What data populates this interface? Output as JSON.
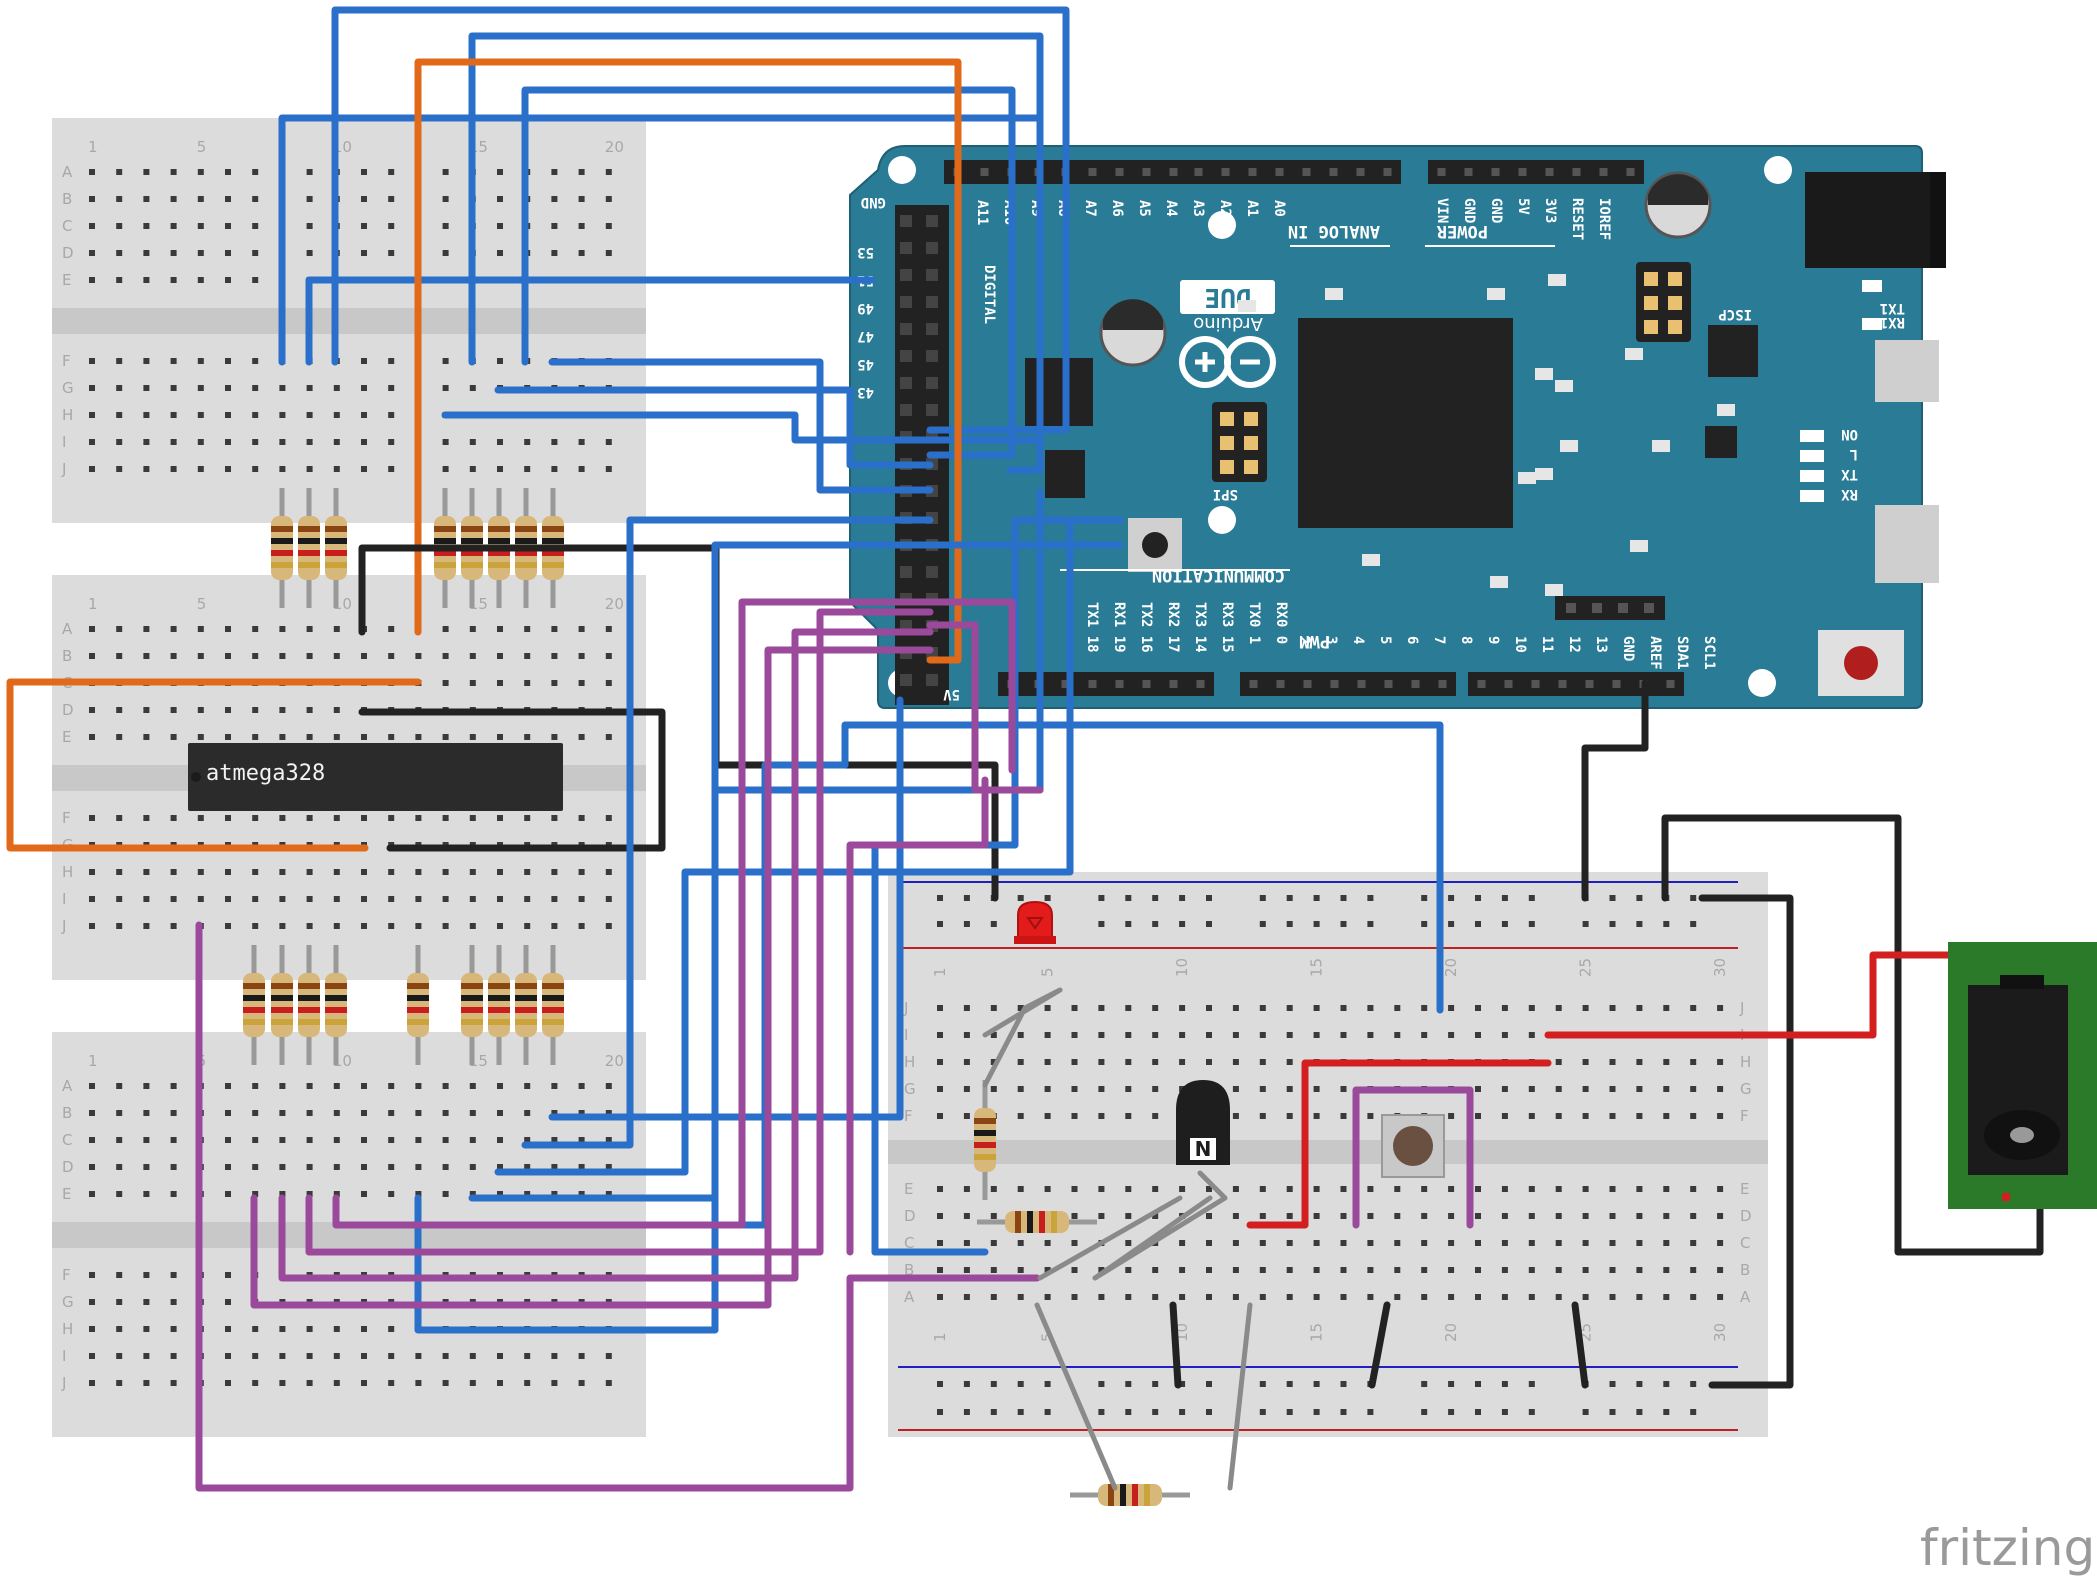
{
  "chip": {
    "label": "atmega328"
  },
  "watermark": "fritzing",
  "arduino": {
    "brand": "Arduino",
    "model": "DUE",
    "analog_header": [
      "A11",
      "A10",
      "A9",
      "A8",
      "A7",
      "A6",
      "A5",
      "A4",
      "A3",
      "A2",
      "A1",
      "A0"
    ],
    "analog_in_title": "ANALOG IN",
    "power_header": [
      "VIN",
      "GND",
      "GND",
      "5V",
      "3V3",
      "RESET",
      "IOREF"
    ],
    "power_title": "POWER",
    "comm_title": "COMMUNICATION",
    "comm_pins": [
      "TX1 18",
      "RX1 19",
      "TX2 16",
      "RX2 17",
      "TX3 14",
      "RX3 15",
      "TX0 1",
      "RX0 0"
    ],
    "pwm_label": "PWM",
    "digital_bottom": [
      "2",
      "3",
      "4",
      "5",
      "6",
      "7",
      "8",
      "9",
      "10",
      "11",
      "12",
      "13",
      "GND",
      "AREF",
      "SDA1",
      "SCL1"
    ],
    "led_labels": [
      "ON",
      "L",
      "TX",
      "RX"
    ],
    "tx_small": "TX1",
    "rx_small": "RX1",
    "spi_label": "SPI",
    "iscp_label": "ISCP",
    "gnd_label": "GND",
    "header_left_labels": [
      "53",
      "51",
      "49",
      "47",
      "45",
      "43"
    ],
    "digital_title": "DIGITAL",
    "pin5v": "5V"
  },
  "breadboards": {
    "left_col_numbers": [
      "1",
      "5",
      "10",
      "15",
      "20"
    ],
    "rows_top": [
      "A",
      "B",
      "C",
      "D",
      "E"
    ],
    "rows_bottom": [
      "F",
      "G",
      "H",
      "I",
      "J"
    ],
    "right_col_numbers": [
      "1",
      "5",
      "10",
      "15",
      "20",
      "25",
      "30"
    ],
    "right_rows_top": [
      "J",
      "I",
      "H",
      "G",
      "F"
    ],
    "right_rows_bottom": [
      "E",
      "D",
      "C",
      "B",
      "A"
    ]
  },
  "transistor": {
    "label": "N"
  }
}
